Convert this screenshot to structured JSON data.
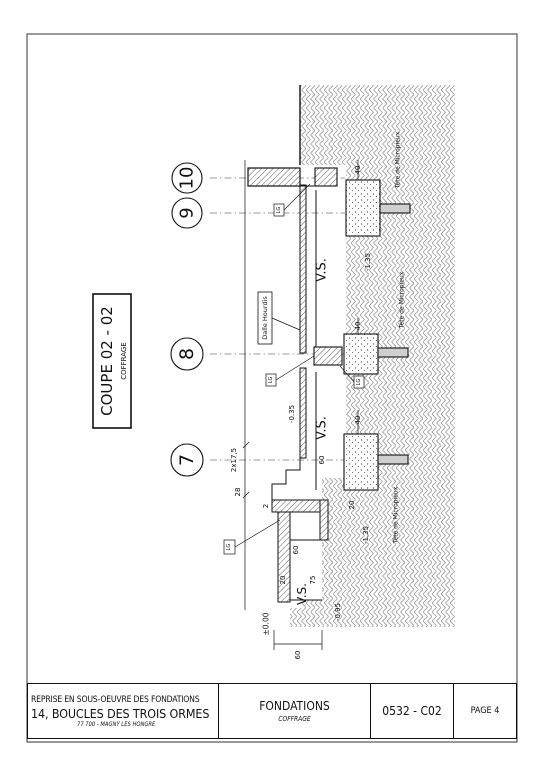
{
  "drawing": {
    "title": "COUPE 02 - 02",
    "subtitle": "COFFRAGE",
    "axes": [
      "7",
      "8",
      "9",
      "10"
    ],
    "labels": {
      "dalle": "Dalle Hourdis",
      "vs": "V.S.",
      "lg": "LG",
      "tete": "Tête de Micropieux"
    },
    "levels": [
      "±0.00",
      "-0.35",
      "-0.95",
      "-1.35"
    ],
    "dimensions": [
      "2x17,5",
      "28",
      "2",
      "60",
      "60",
      "20",
      "75",
      "60",
      "20",
      "40",
      "40",
      "40"
    ]
  },
  "titleblock": {
    "line1": "REPRISE EN SOUS-OEUVRE DES FONDATIONS",
    "line2": "14, BOUCLES DES TROIS ORMES",
    "line3": "77 700 - MAGNY LES HONGRE",
    "section": "FONDATIONS",
    "section_sub": "COFFRAGE",
    "code": "0532 - C02",
    "page": "PAGE 4"
  }
}
